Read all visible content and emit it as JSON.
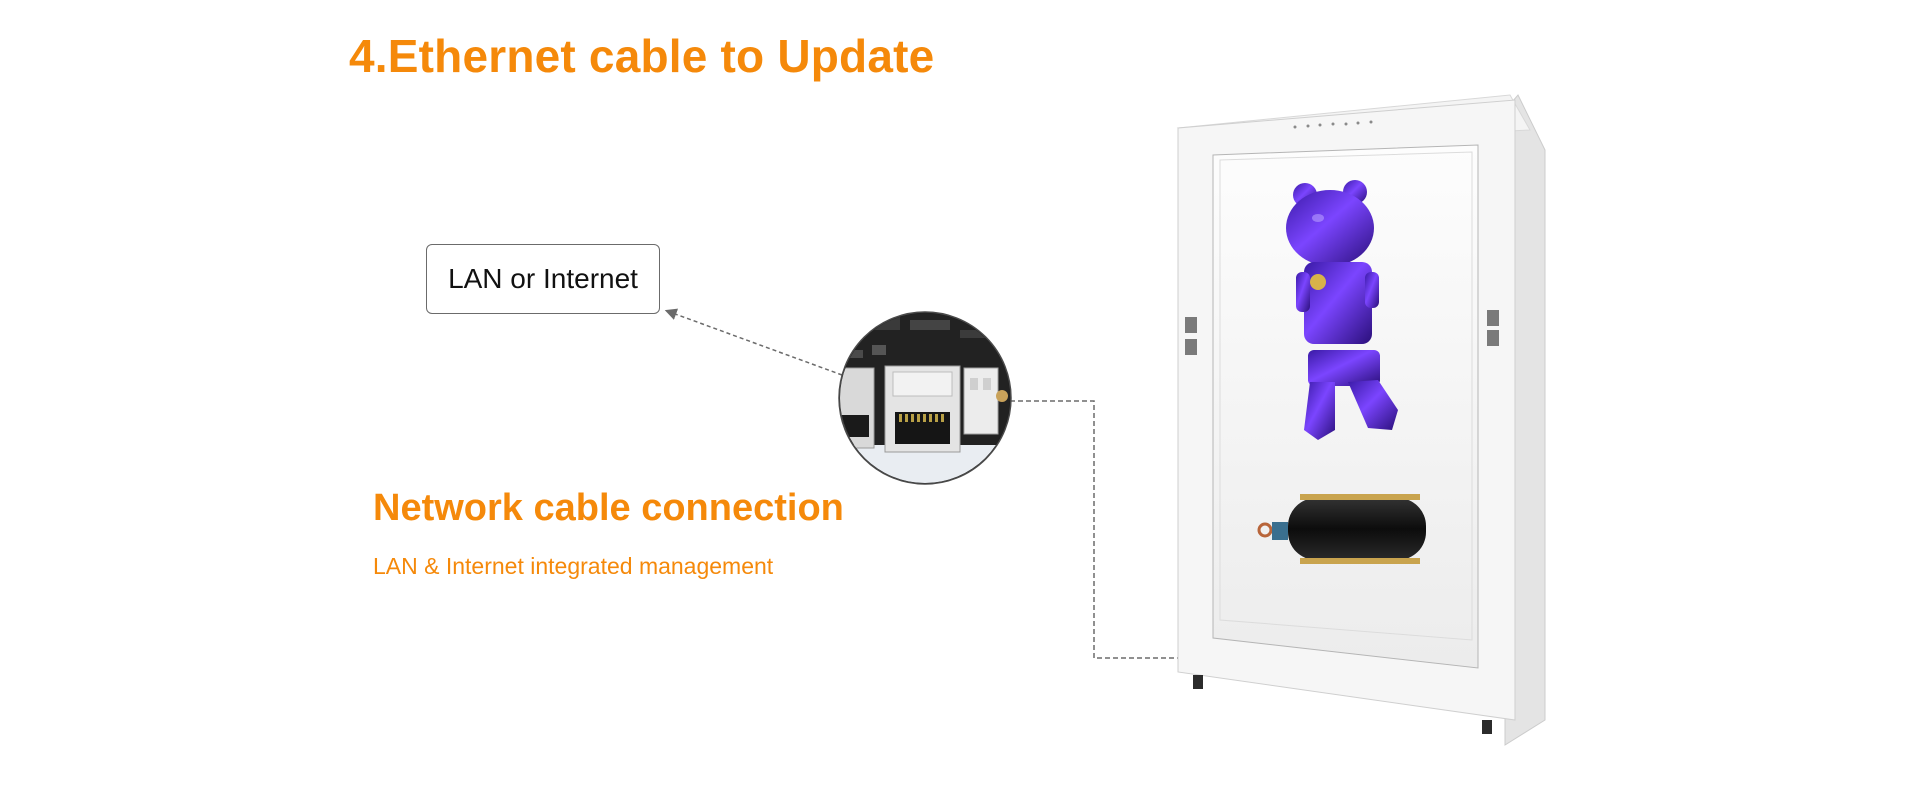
{
  "heading": {
    "title": "4.Ethernet cable to Update"
  },
  "callout": {
    "label": "LAN or Internet"
  },
  "section": {
    "title": "Network cable connection",
    "description": "LAN & Internet integrated management"
  },
  "colors": {
    "accent": "#f5890a",
    "text": "#111111",
    "border": "#6b6b6b",
    "cabinet": "#f2f2f2",
    "figure": "#5b2fd1"
  },
  "illustrations": {
    "port_closeup": "ethernet-port-closeup",
    "display_cabinet": "holographic-display-cabinet"
  }
}
